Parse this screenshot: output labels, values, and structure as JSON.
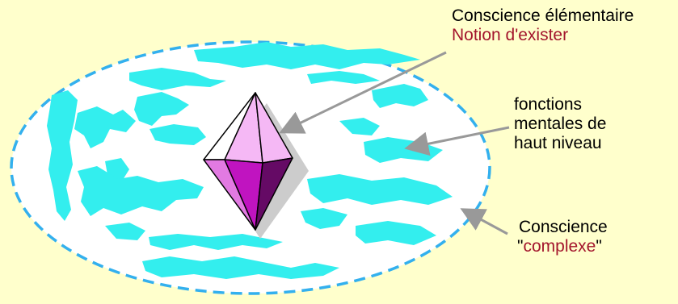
{
  "labels": {
    "elementary": {
      "line1": "Conscience élémentaire",
      "line2": "Notion d'exister"
    },
    "higher_functions": {
      "line1": "fonctions",
      "line2": "mentales de",
      "line3": "haut niveau"
    },
    "complex": {
      "line1": "Conscience",
      "quote_open": "\"",
      "word": "complexe",
      "quote_close": "\""
    }
  },
  "colors": {
    "background": "#ffffcc",
    "ellipse_fill": "#ffffff",
    "ellipse_dash": "#33b0ee",
    "blobs": "#33eeee",
    "arrows": "#999999",
    "accent_text": "#a3152c",
    "crystal_top_light": "#ffffff",
    "crystal_top_pink": "#f5b8f5",
    "crystal_mid": "#e27ae2",
    "crystal_bottom": "#c014c0",
    "crystal_dark": "#650a65",
    "crystal_shadow": "#cccccc"
  }
}
